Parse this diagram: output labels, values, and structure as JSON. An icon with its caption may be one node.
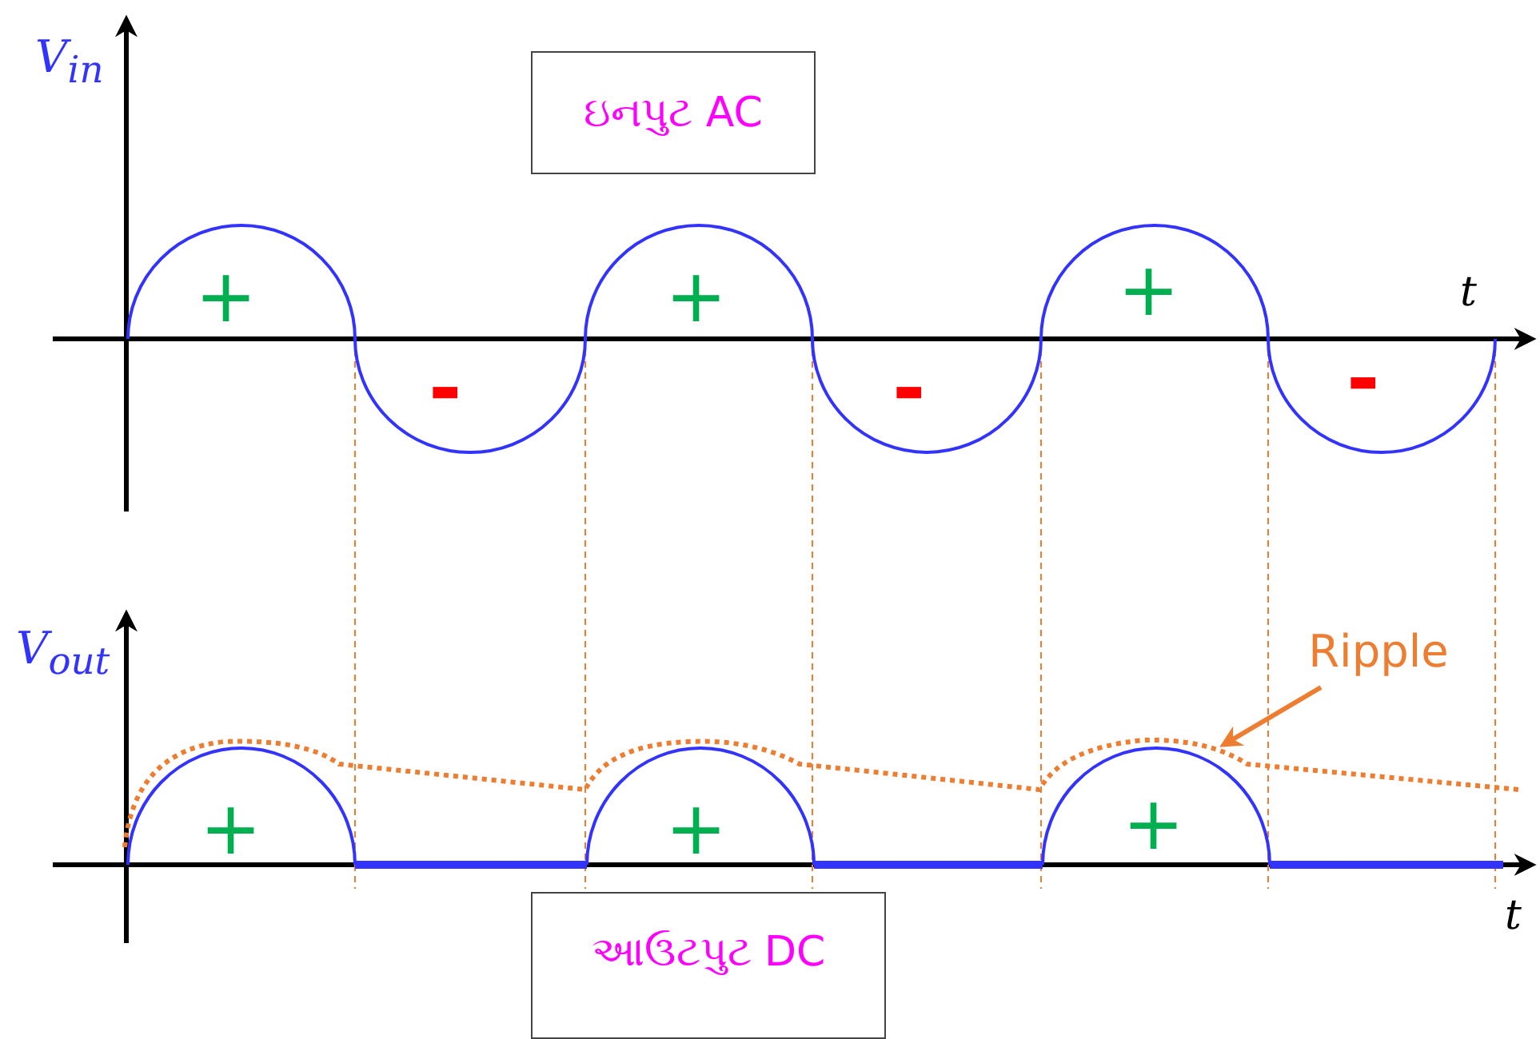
{
  "diagram": {
    "nodes": [
      {
        "text": [
          "ઇનપુટ AC"
        ]
      },
      {
        "text": [
          "આઉટપુટ DC"
        ]
      },
      {
        "text": [
          "Ripple"
        ]
      },
      {
        "text": [],
        "shape": "line"
      }
    ],
    "edges": [
      {
        "from": 2,
        "to": 3,
        "arrow": "to",
        "color": "#ed7d31"
      }
    ],
    "labels": [
      "V$_{in}$",
      "t",
      "+",
      "-",
      "+",
      "-",
      "+",
      "-",
      "V$_{out}$",
      "t",
      "+",
      "+",
      "+"
    ]
  }
}
